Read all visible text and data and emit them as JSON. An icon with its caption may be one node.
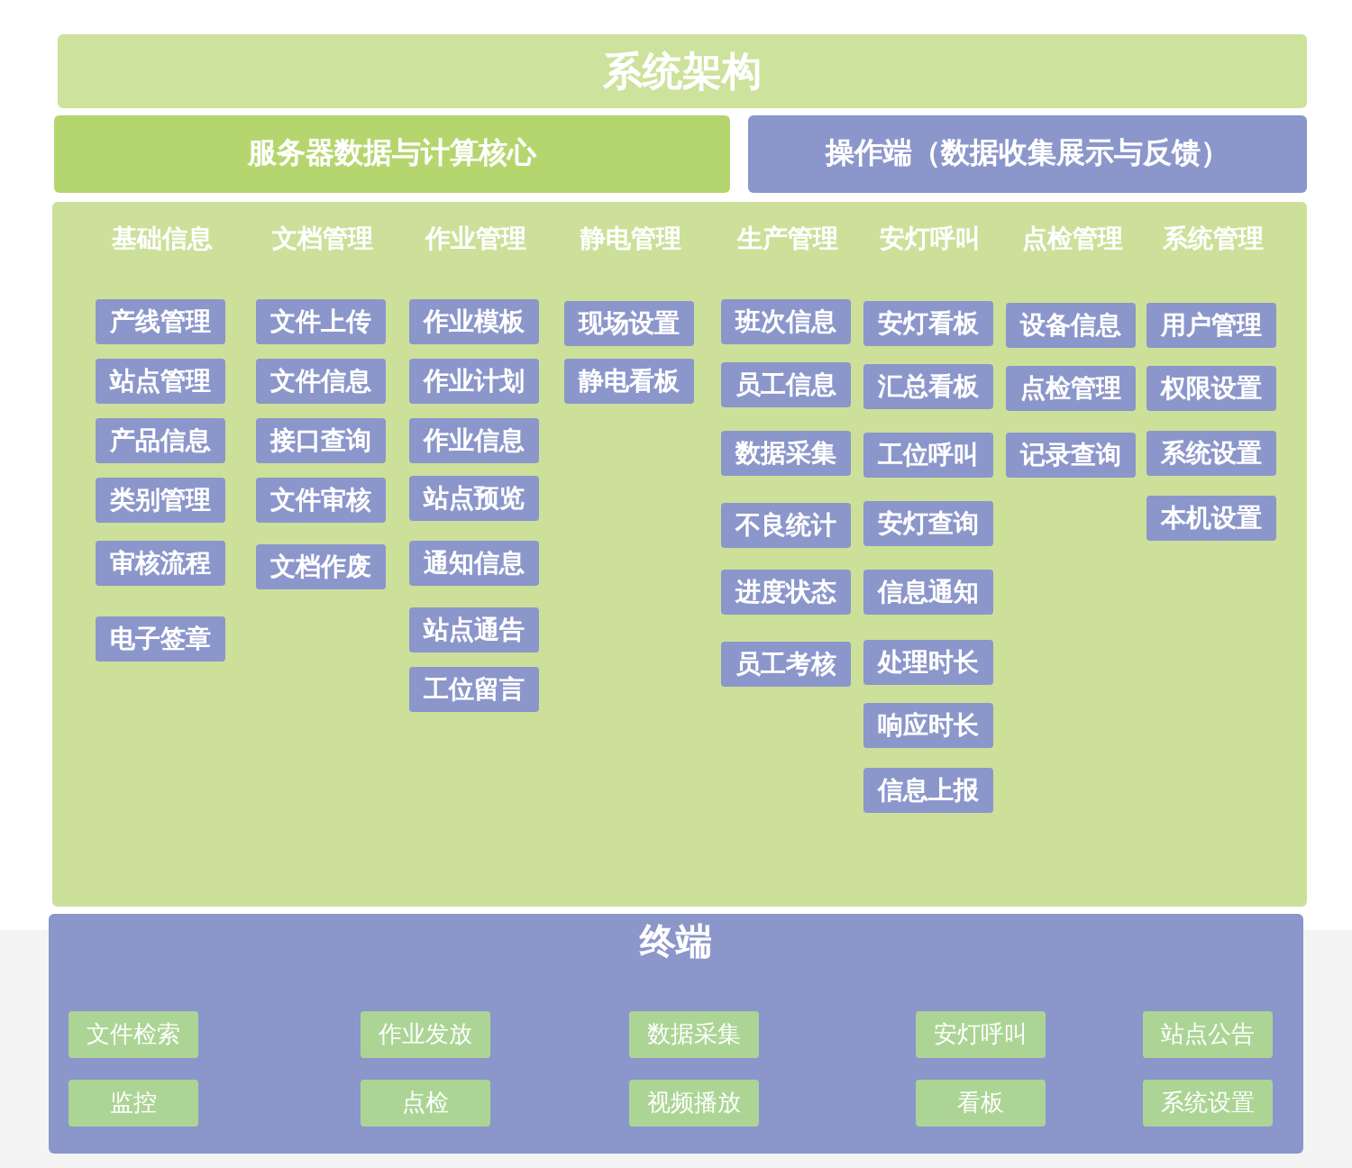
{
  "diagram": {
    "nodes": [
      {
        "text": [
          "系统架构"
        ]
      },
      {
        "text": [
          "服务器数据与计算核心"
        ]
      },
      {
        "text": [
          "操作端（数据收集展示与反馈）"
        ]
      },
      {
        "text": [],
        "shape": "box"
      },
      {
        "text": [
          "基础信息"
        ],
        "in": 3
      },
      {
        "text": [
          "产线管理"
        ],
        "in": 4
      },
      {
        "text": [
          "站点管理"
        ],
        "in": 4
      },
      {
        "text": [
          "产品信息"
        ],
        "in": 4
      },
      {
        "text": [
          "类别管理"
        ],
        "in": 4
      },
      {
        "text": [
          "审核流程"
        ],
        "in": 4
      },
      {
        "text": [
          "电子签章"
        ],
        "in": 4
      },
      {
        "text": [
          "文档管理"
        ],
        "in": 3
      },
      {
        "text": [
          "文件上传"
        ],
        "in": 11
      },
      {
        "text": [
          "文件信息"
        ],
        "in": 11
      },
      {
        "text": [
          "接口查询"
        ],
        "in": 11
      },
      {
        "text": [
          "文件审核"
        ],
        "in": 11
      },
      {
        "text": [
          "文档作废"
        ],
        "in": 11
      },
      {
        "text": [
          "作业管理"
        ],
        "in": 3
      },
      {
        "text": [
          "作业模板"
        ],
        "in": 17
      },
      {
        "text": [
          "作业计划"
        ],
        "in": 17
      },
      {
        "text": [
          "作业信息"
        ],
        "in": 17
      },
      {
        "text": [
          "站点预览"
        ],
        "in": 17
      },
      {
        "text": [
          "通知信息"
        ],
        "in": 17
      },
      {
        "text": [
          "站点通告"
        ],
        "in": 17
      },
      {
        "text": [
          "工位留言"
        ],
        "in": 17
      },
      {
        "text": [
          "静电管理"
        ],
        "in": 3
      },
      {
        "text": [
          "现场设置"
        ],
        "in": 25
      },
      {
        "text": [
          "静电看板"
        ],
        "in": 25
      },
      {
        "text": [
          "生产管理"
        ],
        "in": 3
      },
      {
        "text": [
          "班次信息"
        ],
        "in": 28
      },
      {
        "text": [
          "员工信息"
        ],
        "in": 28
      },
      {
        "text": [
          "数据采集"
        ],
        "in": 28
      },
      {
        "text": [
          "不良统计"
        ],
        "in": 28
      },
      {
        "text": [
          "进度状态"
        ],
        "in": 28
      },
      {
        "text": [
          "员工考核"
        ],
        "in": 28
      },
      {
        "text": [
          "安灯呼叫"
        ],
        "in": 3
      },
      {
        "text": [
          "安灯看板"
        ],
        "in": 35
      },
      {
        "text": [
          "汇总看板"
        ],
        "in": 35
      },
      {
        "text": [
          "工位呼叫"
        ],
        "in": 35
      },
      {
        "text": [
          "安灯查询"
        ],
        "in": 35
      },
      {
        "text": [
          "信息通知"
        ],
        "in": 35
      },
      {
        "text": [
          "处理时长"
        ],
        "in": 35
      },
      {
        "text": [
          "响应时长"
        ],
        "in": 35
      },
      {
        "text": [
          "信息上报"
        ],
        "in": 35
      },
      {
        "text": [
          "点检管理"
        ],
        "in": 3
      },
      {
        "text": [
          "设备信息"
        ],
        "in": 44
      },
      {
        "text": [
          "点检管理"
        ],
        "in": 44
      },
      {
        "text": [
          "记录查询"
        ],
        "in": 44
      },
      {
        "text": [
          "系统管理"
        ],
        "in": 3
      },
      {
        "text": [
          "用户管理"
        ],
        "in": 48
      },
      {
        "text": [
          "权限设置"
        ],
        "in": 48
      },
      {
        "text": [
          "系统设置"
        ],
        "in": 48
      },
      {
        "text": [
          "本机设置"
        ],
        "in": 48
      },
      {
        "text": [
          "终端"
        ]
      },
      {
        "text": [
          "文件检索"
        ],
        "in": 53
      },
      {
        "text": [
          "作业发放"
        ],
        "in": 53
      },
      {
        "text": [
          "数据采集"
        ],
        "in": 53
      },
      {
        "text": [
          "安灯呼叫"
        ],
        "in": 53
      },
      {
        "text": [
          "站点公告"
        ],
        "in": 53
      },
      {
        "text": [
          "监控"
        ],
        "in": 53
      },
      {
        "text": [
          "点检"
        ],
        "in": 53
      },
      {
        "text": [
          "视频播放"
        ],
        "in": 53
      },
      {
        "text": [
          "看板"
        ],
        "in": 53
      },
      {
        "text": [
          "系统设置"
        ],
        "in": 53
      }
    ]
  }
}
